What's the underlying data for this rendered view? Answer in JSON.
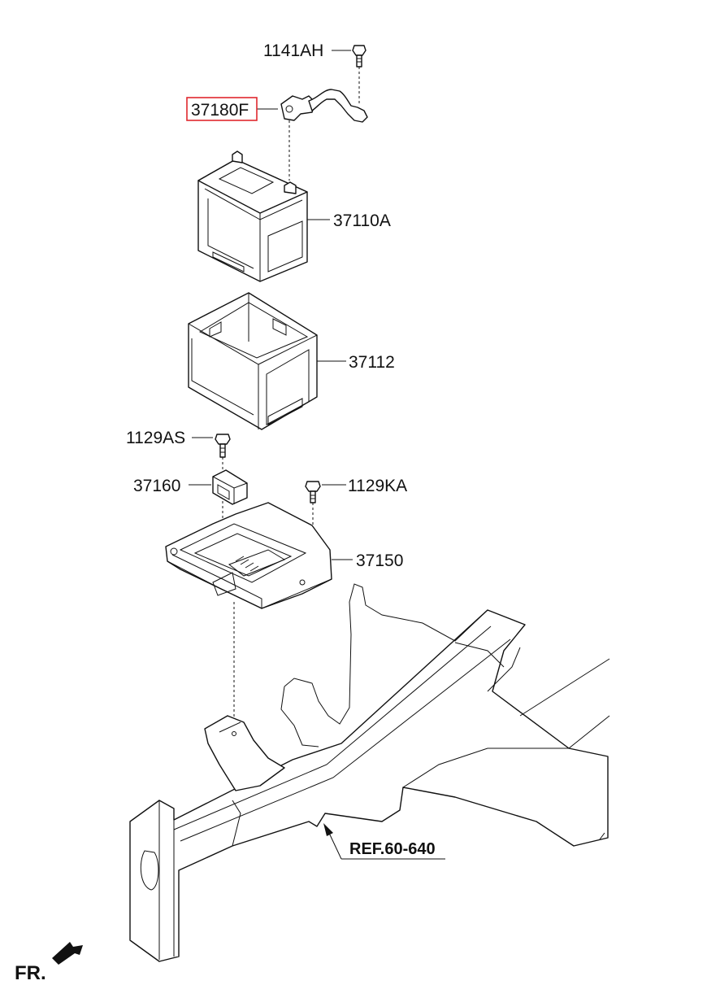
{
  "parts": {
    "bolt_top": "1141AH",
    "cable": "37180F",
    "battery": "37110A",
    "insulation_pad": "37112",
    "bolt_left": "1129AS",
    "clamp": "37160",
    "bolt_right": "1129KA",
    "tray": "37150"
  },
  "reference": "REF.60-640",
  "direction": "FR.",
  "colors": {
    "highlight_box": "#e0282e",
    "line": "#111111",
    "background": "#ffffff"
  }
}
